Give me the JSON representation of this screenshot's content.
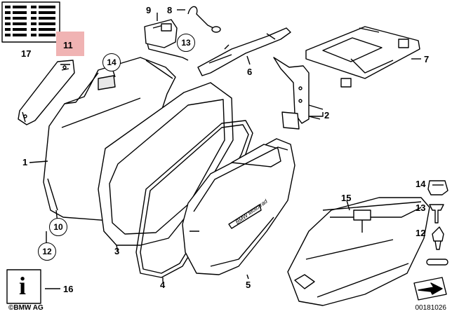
{
  "callouts": {
    "c1": "1",
    "c2": "2",
    "c3": "3",
    "c4": "4",
    "c5": "5",
    "c6": "6",
    "c7": "7",
    "c8": "8",
    "c9": "9",
    "c10": "10",
    "c11": "11",
    "c12": "12",
    "c13": "13",
    "c14": "14",
    "c15": "15",
    "c16": "16",
    "c17": "17",
    "r14": "14",
    "r13": "13",
    "r12": "12"
  },
  "case_logo": "BMW Motorrad",
  "brand": "©BMW AG",
  "doc_id": "00181026",
  "colors": {
    "highlight": "#f0b3b3",
    "line": "#000000",
    "background": "#ffffff",
    "shade": "#dcdcdc"
  }
}
